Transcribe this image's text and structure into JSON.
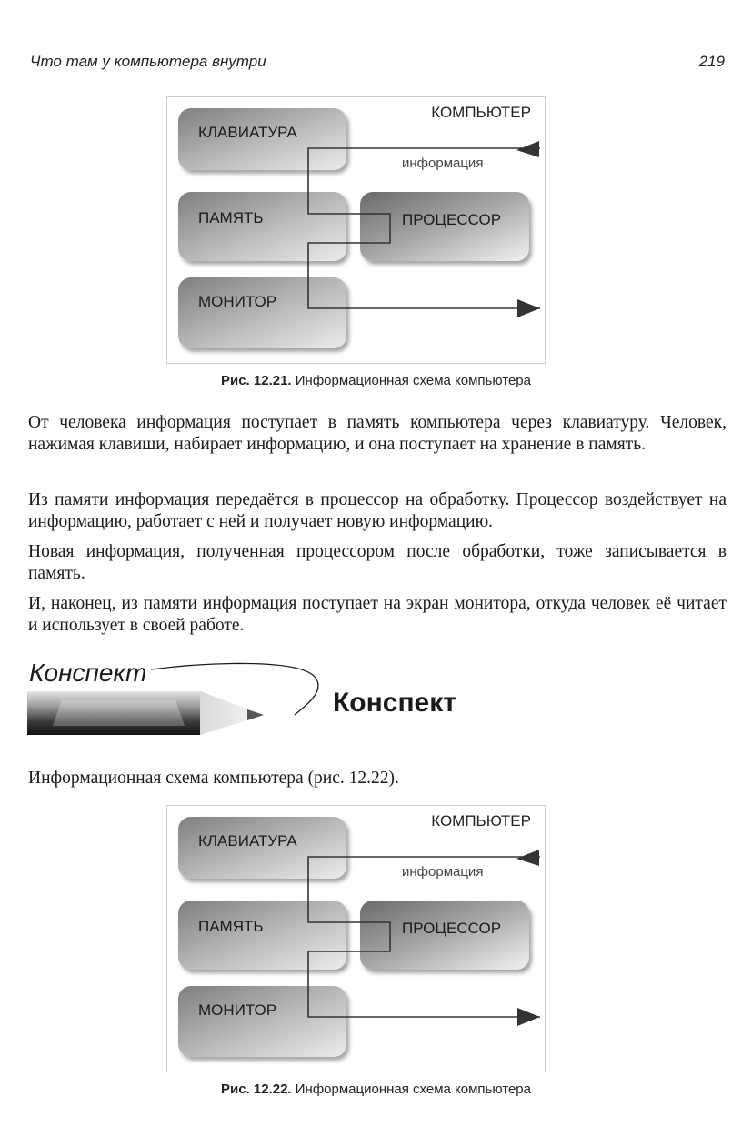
{
  "header": {
    "running_title": "Что там у компьютера внутри",
    "page_number": "219"
  },
  "diagram": {
    "computer_label": "КОМПЬЮТЕР",
    "info_label": "информация",
    "blocks": {
      "keyboard": "КЛАВИАТУРА",
      "memory": "ПАМЯТЬ",
      "processor": "ПРОЦЕССОР",
      "monitor": "МОНИТОР"
    }
  },
  "figure1": {
    "caption_number": "Рис. 12.21.",
    "caption_text": "Информационная схема компьютера"
  },
  "paragraphs": {
    "p1": "От человека информация поступает в память компьютера через клавиатуру. Человек, нажимая клавиши, набирает информацию, и она поступает на хранение в память.",
    "p2": "Из памяти информация передаётся в процессор на обработку. Процессор воздействует на информацию, работает с ней и получает новую информацию.",
    "p3": "Новая информация, полученная процессором после обработки, тоже записывается в память.",
    "p4": "И, наконец, из памяти информация поступает на экран монитора, откуда человек её читает и использует в своей работе."
  },
  "konspekt": {
    "handwritten": "Конспект",
    "heading": "Конспект",
    "text": "Информационная схема компьютера (рис. 12.22)."
  },
  "figure2": {
    "caption_number": "Рис. 12.22.",
    "caption_text": "Информационная схема компьютера"
  }
}
